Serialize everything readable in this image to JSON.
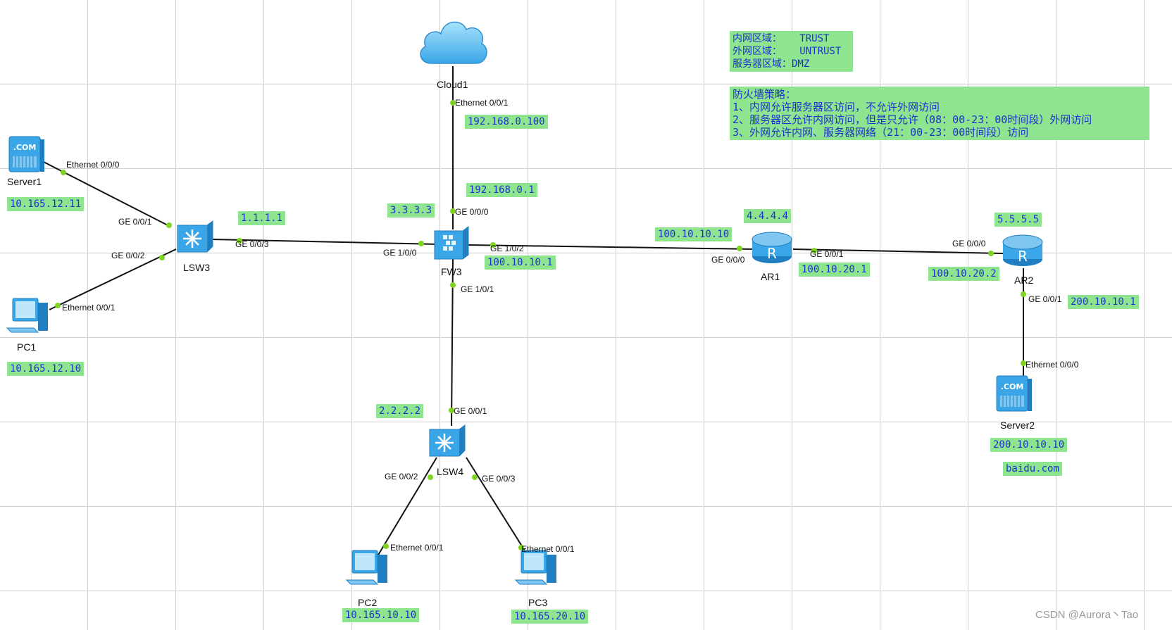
{
  "devices": {
    "cloud1": "Cloud1",
    "server1": "Server1",
    "lsw3": "LSW3",
    "fw3": "FW3",
    "ar1": "AR1",
    "ar2": "AR2",
    "pc1": "PC1",
    "lsw4": "LSW4",
    "pc2": "PC2",
    "pc3": "PC3",
    "server2": "Server2",
    "server_icon_text": ".COM"
  },
  "ports": {
    "cloud_eth": "Ethernet 0/0/1",
    "fw_g000": "GE 0/0/0",
    "server1_eth": "Ethernet 0/0/0",
    "lsw3_g001": "GE 0/0/1",
    "lsw3_g002": "GE 0/0/2",
    "lsw3_g003": "GE 0/0/3",
    "pc1_eth": "Ethernet 0/0/1",
    "fw_g100": "GE 1/0/0",
    "fw_g102": "GE 1/0/2",
    "fw_g101": "GE 1/0/1",
    "ar1_g000": "GE 0/0/0",
    "ar1_g001": "GE 0/0/1",
    "ar2_g000": "GE 0/0/0",
    "ar2_g001": "GE 0/0/1",
    "server2_eth": "Ethernet 0/0/0",
    "lsw4_g001": "GE 0/0/1",
    "lsw4_g002": "GE 0/0/2",
    "lsw4_g003": "GE 0/0/3",
    "pc2_eth": "Ethernet 0/0/1",
    "pc3_eth": "Ethernet 0/0/1"
  },
  "addresses": {
    "cloud": "192.168.0.100",
    "fw_g000": "192.168.0.1",
    "fw_loop": "3.3.3.3",
    "server1": "10.165.12.11",
    "lsw3": "1.1.1.1",
    "pc1": "10.165.12.10",
    "fw_g102": "100.10.10.1",
    "ar1_g000": "100.10.10.10",
    "ar1_loop": "4.4.4.4",
    "ar1_g001": "100.10.20.1",
    "ar2_g000": "100.10.20.2",
    "ar2_loop": "5.5.5.5",
    "ar2_g001": "200.10.10.1",
    "server2": "200.10.10.10",
    "server2_domain": "baidu.com",
    "lsw4": "2.2.2.2",
    "pc2": "10.165.10.10",
    "pc3": "10.165.20.10"
  },
  "zones": {
    "lines": [
      "内网区域：   TRUST",
      "外网区域：   UNTRUST",
      "服务器区域：DMZ"
    ]
  },
  "policy": {
    "lines": [
      "防火墙策略：",
      "1、内网允许服务器区访问，不允许外网访问",
      "2、服务器区允许内网访问，但是只允许（08：00-23：00时间段）外网访问",
      "3、外网允许内网、服务器网络（21：00-23：00时间段）访问"
    ]
  },
  "watermark": "CSDN @Aurora丶Tao",
  "colors": {
    "label_bg": "#8fe58f",
    "label_text": "#1b33c9",
    "port_dot": "#7ed321",
    "device_blue": "#3aa6e8"
  }
}
